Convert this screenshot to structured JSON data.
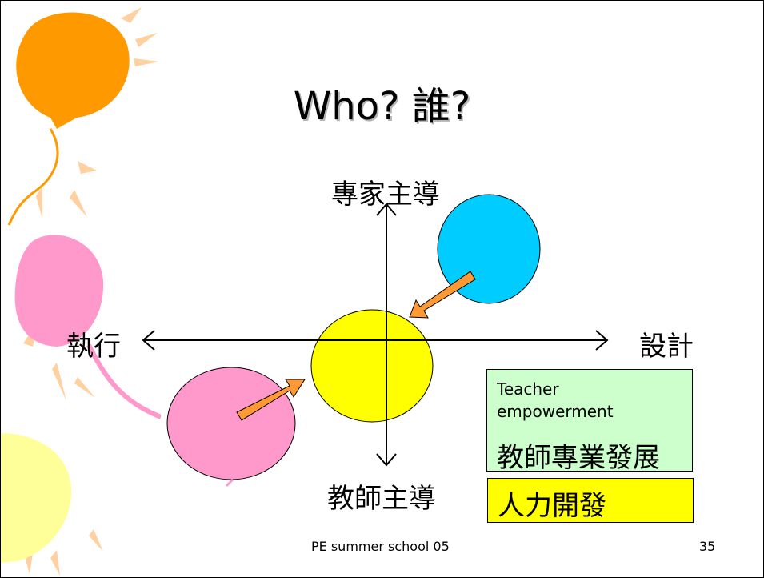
{
  "title": "Who? 誰?",
  "axes": {
    "top": "專家主導",
    "bottom": "教師主導",
    "left": "執行",
    "right": "設計"
  },
  "boxes": {
    "green_en": "Teacher empowerment",
    "green_zh": "教師專業發展",
    "yellow_zh": "人力開發"
  },
  "footer": {
    "center": "PE summer school 05",
    "page_number": "35"
  },
  "colors": {
    "blue_circle": "#00ccff",
    "yellow_circle": "#ffff00",
    "pink_circle": "#ff99cc",
    "arrow": "#ff9933",
    "green_box": "#ccffcc",
    "yellow_box": "#ffff00"
  }
}
